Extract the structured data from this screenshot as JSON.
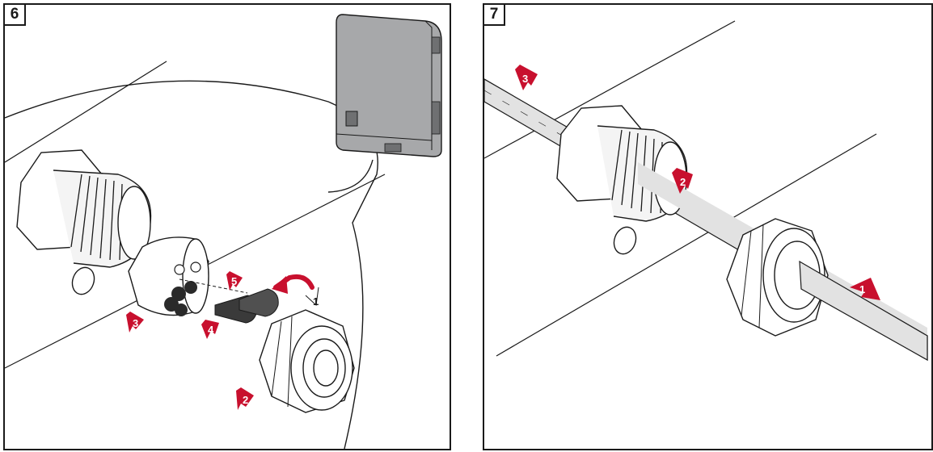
{
  "steps": [
    {
      "number": "6",
      "callouts": [
        "1",
        "2",
        "3",
        "4",
        "5"
      ]
    },
    {
      "number": "7",
      "callouts": [
        "1",
        "2",
        "3"
      ]
    }
  ],
  "colors": {
    "arrow": "#c8102e",
    "outline": "#1a1a1a",
    "cable": "#e2e2e2",
    "device": "#a7a8aa"
  }
}
